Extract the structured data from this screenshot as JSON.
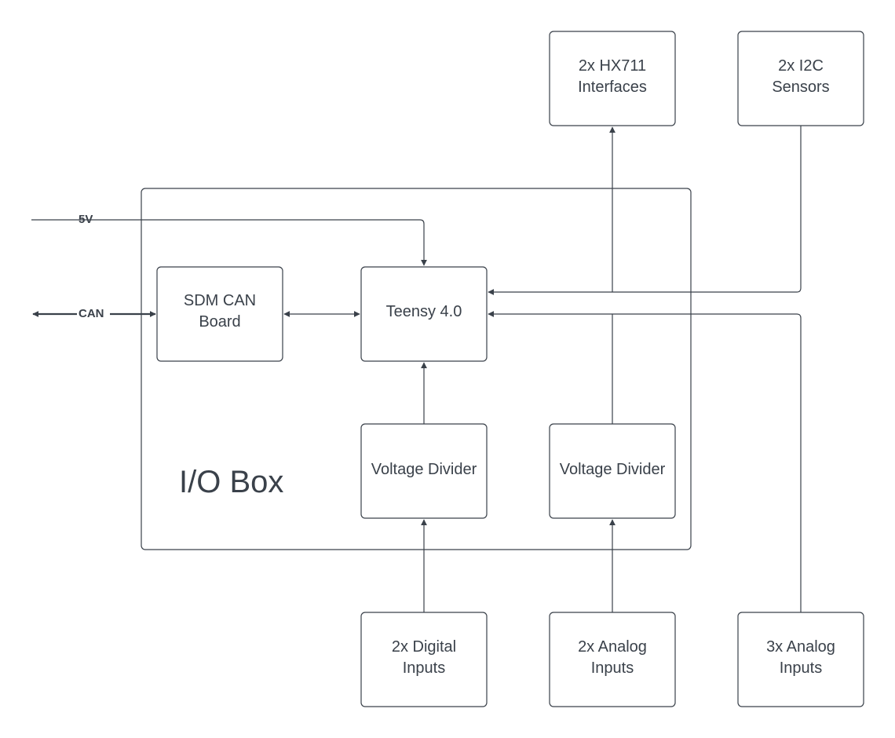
{
  "io_box": {
    "label": "I/O Box"
  },
  "signals": {
    "power": "5V",
    "can": "CAN"
  },
  "blocks": {
    "hx711": {
      "line1": "2x HX711",
      "line2": "Interfaces"
    },
    "i2c": {
      "line1": "2x I2C",
      "line2": "Sensors"
    },
    "sdm_can": {
      "line1": "SDM CAN",
      "line2": "Board"
    },
    "teensy": {
      "line1": "Teensy 4.0"
    },
    "vdiv_digital": {
      "line1": "Voltage Divider"
    },
    "vdiv_analog": {
      "line1": "Voltage Divider"
    },
    "digital_inputs": {
      "line1": "2x Digital",
      "line2": "Inputs"
    },
    "analog_inputs_2": {
      "line1": "2x Analog",
      "line2": "Inputs"
    },
    "analog_inputs_3": {
      "line1": "3x Analog",
      "line2": "Inputs"
    }
  },
  "colors": {
    "stroke": "#3a414a",
    "background": "#ffffff"
  }
}
